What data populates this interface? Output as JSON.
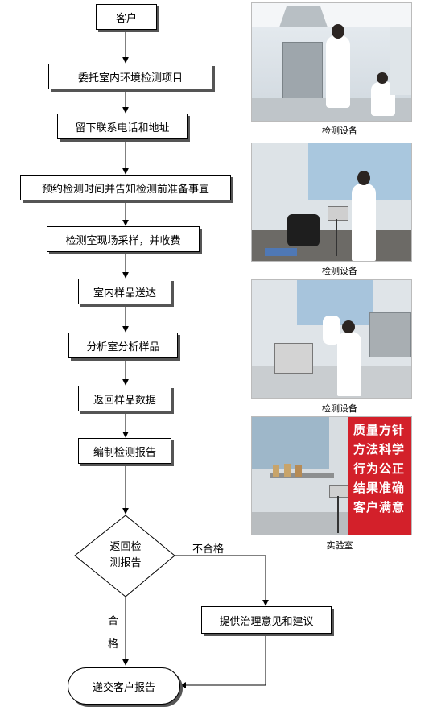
{
  "flow": {
    "client": "客户",
    "step1": "委托室内环境检测项目",
    "step2": "留下联系电话和地址",
    "step3": "预约检测时间并告知检测前准备事宜",
    "step4": "检测室现场采样，并收费",
    "step5": "室内样品送达",
    "step6": "分析室分析样品",
    "step7": "返回样品数据",
    "step8": "编制检测报告",
    "decision_line1": "返回检",
    "decision_line2": "测报告",
    "fail_label": "不合格",
    "pass_label_1": "合",
    "pass_label_2": "格",
    "remedy": "提供治理意见和建议",
    "final": "递交客户报告"
  },
  "photos": {
    "caption1": "检测设备",
    "caption2": "检测设备",
    "caption3": "检测设备",
    "caption4": "实验室",
    "sign_lines": [
      "质量方针",
      "方法科学",
      "行为公正",
      "结果准确",
      "客户满意"
    ]
  }
}
